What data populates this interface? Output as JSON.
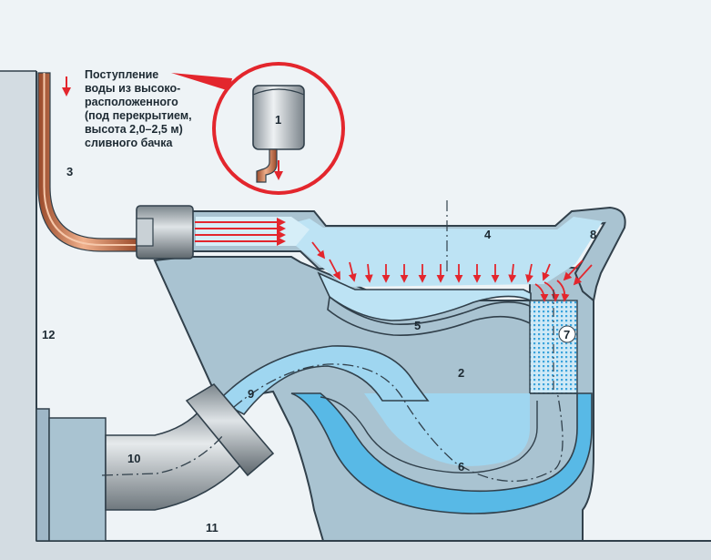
{
  "colors": {
    "background": "#eef3f6",
    "wall": "#d3dce2",
    "line": "#31404b",
    "ceramic": "#a9c3d1",
    "ceramic_dark": "#8faebf",
    "water_light": "#bde3f4",
    "water_mid": "#9fd6f0",
    "water_deep": "#58b9e6",
    "flow_arrow": "#e3262d",
    "pipe_copper": "#c46a43",
    "pipe_grey": "#b9c0c5",
    "callout": "#e3262d"
  },
  "caption": {
    "lines": [
      "Поступление",
      "воды из высоко-",
      "расположенного",
      "(под перекрытием,",
      "высота 2,0–2,5 м)",
      "сливного бачка"
    ]
  },
  "labels": {
    "l1": "1",
    "l2": "2",
    "l3": "3",
    "l4": "4",
    "l5": "5",
    "l6": "6",
    "l7": "7",
    "l8": "8",
    "l9": "9",
    "l10": "10",
    "l11": "11",
    "l12": "12"
  },
  "icons": {
    "tank": "cistern-icon",
    "flow": "down-arrow-icon"
  }
}
